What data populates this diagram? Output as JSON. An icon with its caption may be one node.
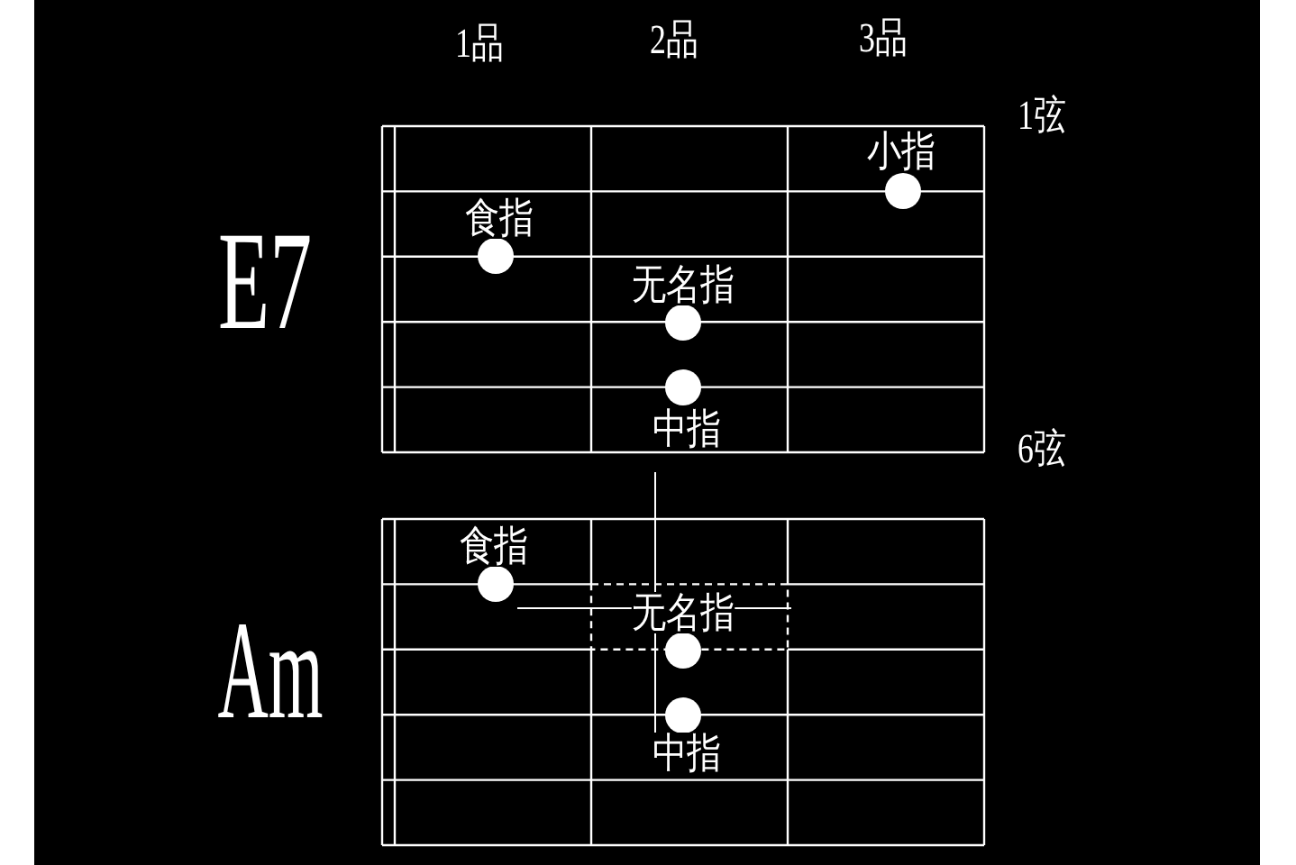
{
  "diagram": {
    "nodes": [
      {
        "text": [],
        "shape": "grid",
        "beside": [
          "E7"
        ]
      },
      {
        "text": [
          "小指"
        ],
        "in": 0
      },
      {
        "text": [
          "食指"
        ],
        "in": 0
      },
      {
        "text": [
          "无名指"
        ],
        "in": 0
      },
      {
        "text": [
          "中指"
        ],
        "in": 0
      },
      {
        "text": [],
        "shape": "grid",
        "beside": [
          "Am"
        ]
      },
      {
        "text": [
          "食指"
        ],
        "in": 5
      },
      {
        "text": [
          "无名指"
        ],
        "in": 5
      },
      {
        "text": [
          "中指"
        ],
        "in": 5
      }
    ],
    "labels": [
      "1品",
      "2品",
      "3品",
      "1弦",
      "6弦"
    ]
  }
}
